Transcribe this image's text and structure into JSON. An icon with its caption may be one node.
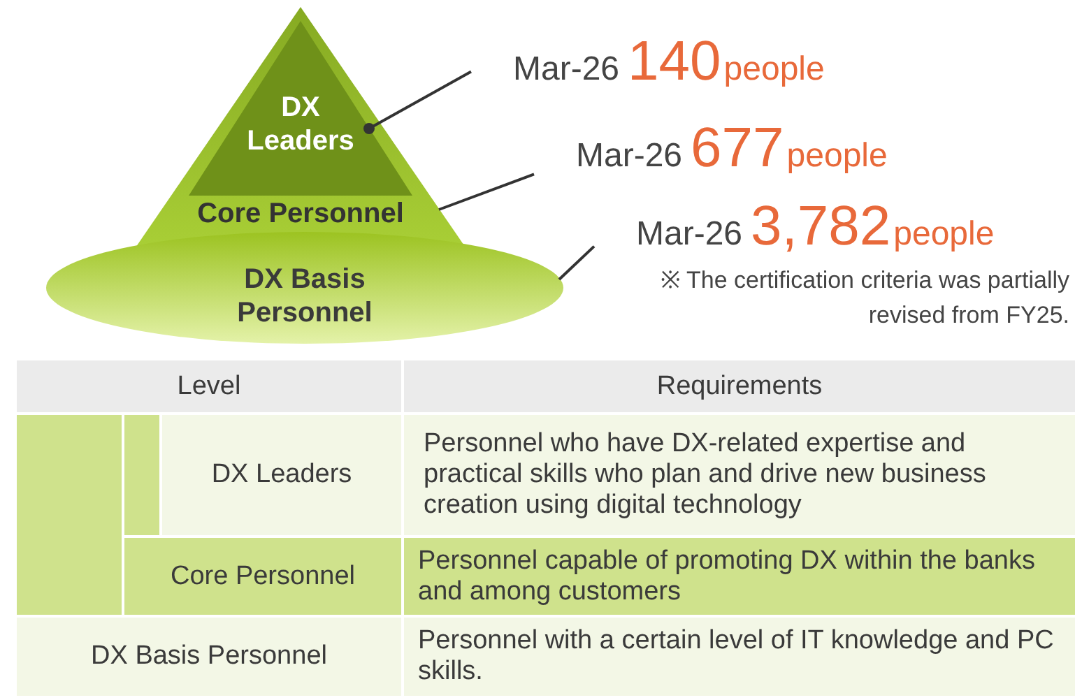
{
  "diagram": {
    "nodes": [
      {
        "text": [
          "Core Personnel"
        ]
      },
      {
        "text": [
          "DX Leaders"
        ],
        "in": 0
      },
      {
        "text": [
          "DX Basis Personnel"
        ]
      },
      {
        "text": [
          "Mar-26",
          "140",
          "people"
        ]
      },
      {
        "text": [
          "Mar-26",
          "677",
          "people"
        ]
      },
      {
        "text": [
          "Mar-26",
          "3,782",
          "people"
        ]
      }
    ],
    "edges": [
      {
        "from": 3,
        "to": 1,
        "arrow": "other"
      },
      {
        "from": 4,
        "to": 0,
        "arrow": "none"
      },
      {
        "from": 5,
        "to": 2,
        "arrow": "none"
      }
    ],
    "labels": [
      "※ The certification criteria was partially revised from FY25.",
      "Level",
      "Requirements",
      "DX Leaders",
      "Personnel who have DX-related expertise and practical skills who plan and drive new business creation using digital technology",
      "Core Personnel",
      "Personnel capable of promoting DX within the banks and among customers",
      "DX Basis Personnel",
      "Personnel with a certain level of IT knowledge and PC skills."
    ]
  }
}
